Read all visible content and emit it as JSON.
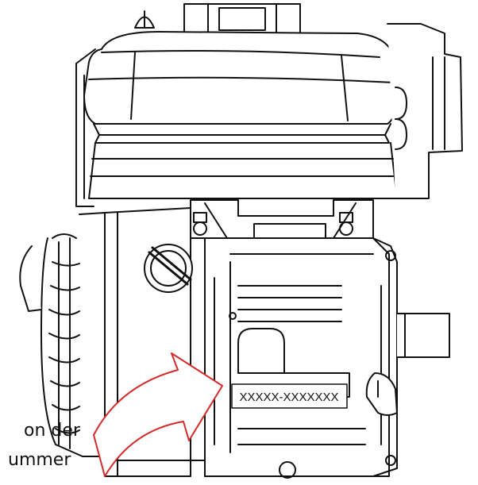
{
  "diagram": {
    "serial_label": "XXXXX-XXXXXXX",
    "caption_line1": "on der",
    "caption_line2": "ummer",
    "arrow_color": "#d42a2a",
    "line_color": "#111111"
  }
}
